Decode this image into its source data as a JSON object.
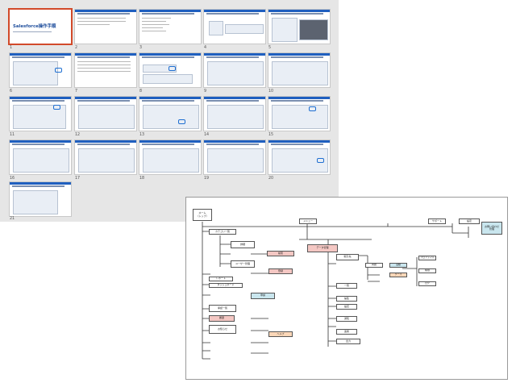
{
  "deck": {
    "cover_title": "Salesforce操作手順",
    "slide_numbers": [
      "1",
      "2",
      "3",
      "4",
      "5",
      "6",
      "7",
      "8",
      "9",
      "10",
      "11",
      "12",
      "13",
      "14",
      "15",
      "16",
      "17",
      "18",
      "19",
      "20",
      "21"
    ]
  },
  "colors": {
    "slide_header": "#1f5fbf",
    "selected_border": "#d24a2a",
    "node_pink": "#f4c7c3",
    "node_blue": "#c9e6ee",
    "node_peach": "#fbd7b8"
  },
  "diagram": {
    "nodes": {
      "root": "ホーム\n（トップ）",
      "menu_a": "メニュー",
      "menu_b": "サポート",
      "menu_c": "設定",
      "right_top": "お問い合わせ\n管理",
      "l1": "カテゴリ一覧",
      "l2": "詳細",
      "l3": "検索",
      "l4": "ユーザー管理",
      "l5": "登録",
      "l6": "レポート",
      "l7": "ダッシュボード",
      "l8": "申請",
      "l9": "承認一覧",
      "l10": "履歴",
      "l11": "お知らせ",
      "l12": "ヘルプ",
      "c_head": "データ管理",
      "c1": "取引先",
      "c2": "商談",
      "c3": "活動",
      "c4": "ケース",
      "c5": "一覧",
      "c6": "編集",
      "c7": "設定",
      "c8": "通知",
      "c9": "連携",
      "c10": "出力",
      "r1": "プロファイル",
      "r2": "権限",
      "r3": "ログ"
    }
  }
}
